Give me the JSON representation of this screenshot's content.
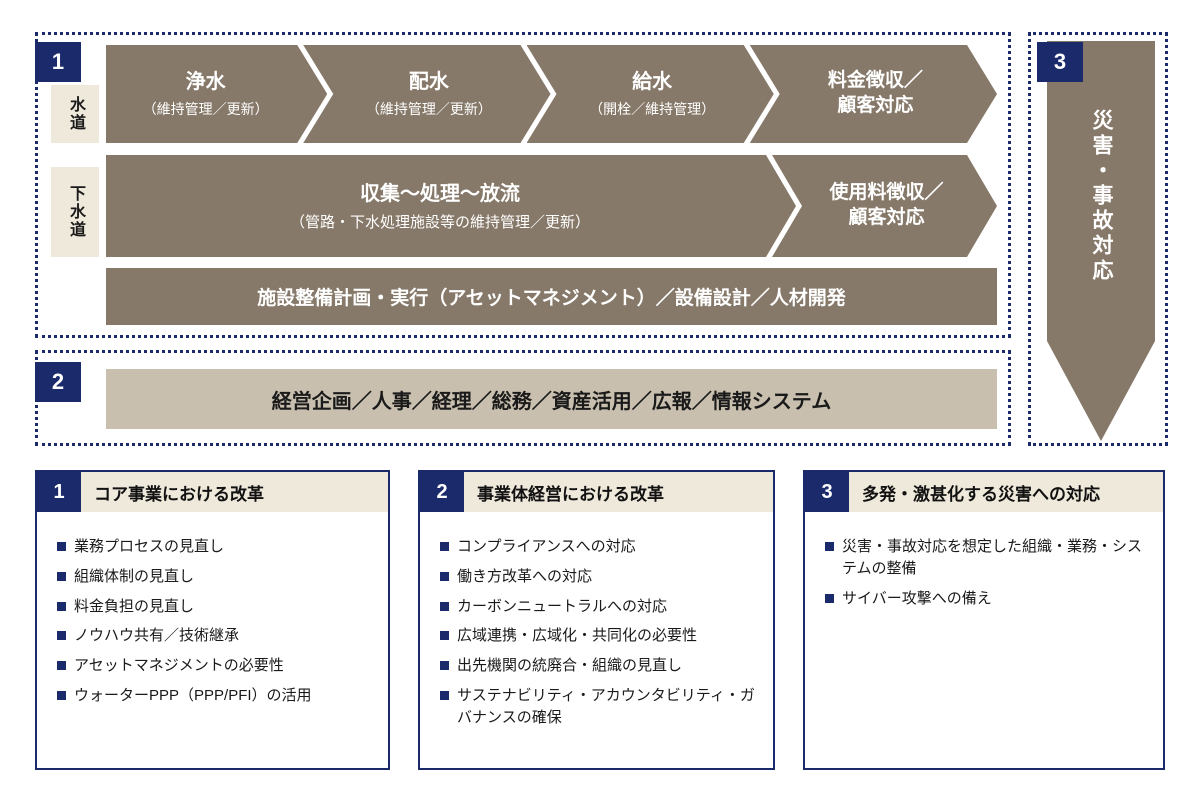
{
  "colors": {
    "navy": "#1b2a6b",
    "brown": "#867969",
    "beige": "#efe9db",
    "taupe": "#c8bfae",
    "white": "#ffffff"
  },
  "process": {
    "badge": "1",
    "rows": [
      {
        "label": "水道",
        "arrows": [
          {
            "title": "浄水",
            "subtitle": "（維持管理／更新）"
          },
          {
            "title": "配水",
            "subtitle": "（維持管理／更新）"
          },
          {
            "title": "給水",
            "subtitle": "（開栓／維持管理）"
          },
          {
            "title": "料金徴収／\n顧客対応"
          }
        ]
      },
      {
        "label": "下水道",
        "arrows": [
          {
            "title": "収集～処理～放流",
            "subtitle": "（管路・下水処理施設等の維持管理／更新）"
          },
          {
            "title": "使用料徴収／\n顧客対応"
          }
        ]
      }
    ],
    "asset_bar": "施設整備計画・実行（アセットマネジメント）／設備設計／人材開発"
  },
  "management": {
    "badge": "2",
    "bar": "経営企画／人事／経理／総務／資産活用／広報／情報システム"
  },
  "disaster": {
    "badge": "3",
    "label": "災害・事故対応"
  },
  "cards": [
    {
      "badge": "1",
      "title": "コア事業における改革",
      "items": [
        "業務プロセスの見直し",
        "組織体制の見直し",
        "料金負担の見直し",
        "ノウハウ共有／技術継承",
        "アセットマネジメントの必要性",
        "ウォーターPPP（PPP/PFI）の活用"
      ]
    },
    {
      "badge": "2",
      "title": "事業体経営における改革",
      "items": [
        "コンプライアンスへの対応",
        "働き方改革への対応",
        "カーボンニュートラルへの対応",
        "広域連携・広域化・共同化の必要性",
        "出先機関の統廃合・組織の見直し",
        "サステナビリティ・アカウンタビリティ・ガバナンスの確保"
      ]
    },
    {
      "badge": "3",
      "title": "多発・激甚化する災害への対応",
      "items": [
        "災害・事故対応を想定した組織・業務・システムの整備",
        "サイバー攻撃への備え"
      ]
    }
  ]
}
